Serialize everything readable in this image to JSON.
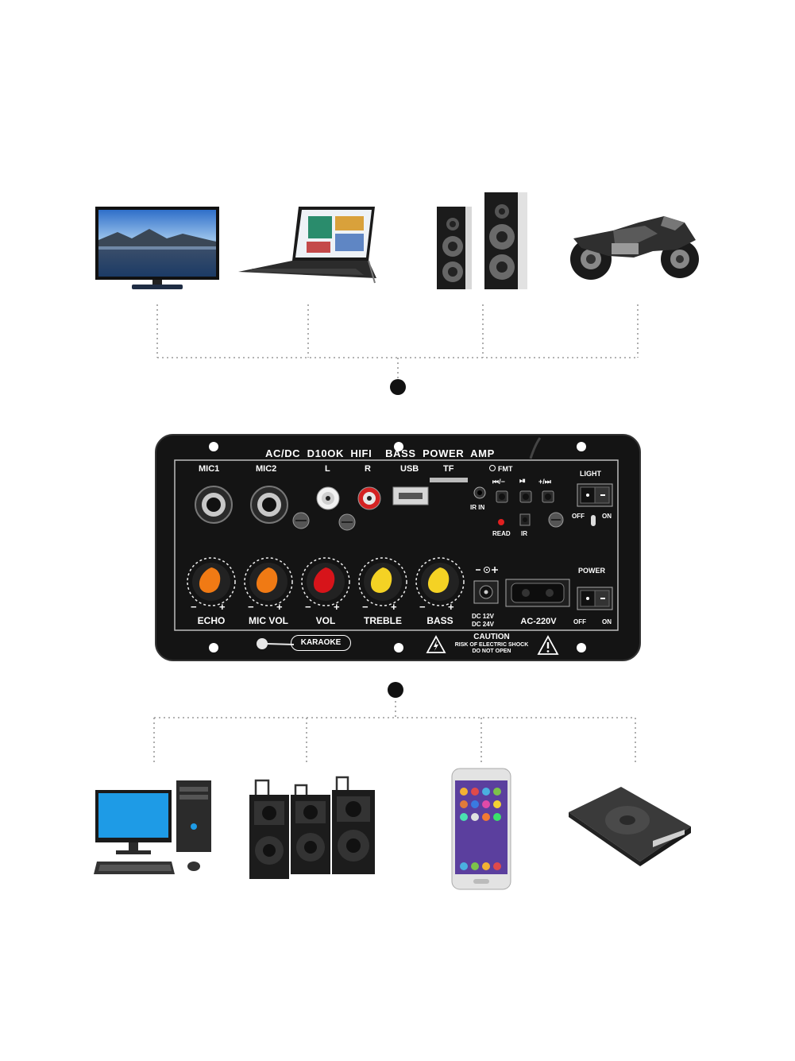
{
  "panel": {
    "title": "AC/DC  D10OK  HIFI    BASS  POWER  AMP",
    "inputs": {
      "mic1": "MIC1",
      "mic2": "MIC2",
      "left": "L",
      "right": "R",
      "usb": "USB",
      "tf": "TF"
    },
    "buttons": {
      "fmt": "FMT",
      "prev": "⏮/−",
      "play": "⏯",
      "next": "+/⏭",
      "ir_in": "IR IN",
      "read": "READ",
      "ir": "IR"
    },
    "light": {
      "label": "LIGHT",
      "off": "OFF",
      "on": "ON"
    },
    "power": {
      "label": "POWER",
      "off": "OFF",
      "on": "ON"
    },
    "knobs": [
      {
        "label": "ECHO",
        "color": "#f07a14"
      },
      {
        "label": "MIC VOL",
        "color": "#f07a14"
      },
      {
        "label": "VOL",
        "color": "#d7141a"
      },
      {
        "label": "TREBLE",
        "color": "#f4d224"
      },
      {
        "label": "BASS",
        "color": "#f4d224"
      }
    ],
    "knob_minus": "−",
    "knob_plus": "+",
    "dc_in": "DC 12V",
    "dc_in2": "DC 24V",
    "ac_in": "AC-220V",
    "karaoke": "KARAOKE",
    "caution": "CAUTION",
    "caution_line1": "RISK OF ELECTRIC SHOCK",
    "caution_line2": "DO NOT OPEN"
  },
  "colors": {
    "panel_bg": "#141414",
    "line": "#9a9a9a",
    "panel_border": "#bdbdbd"
  },
  "devices_top": [
    "tv-icon",
    "laptop-icon",
    "speakers-icon",
    "motorcycle-icon"
  ],
  "devices_bottom": [
    "desktop-computer-icon",
    "trolley-speakers-icon",
    "smartphone-icon",
    "mp3-player-icon"
  ]
}
